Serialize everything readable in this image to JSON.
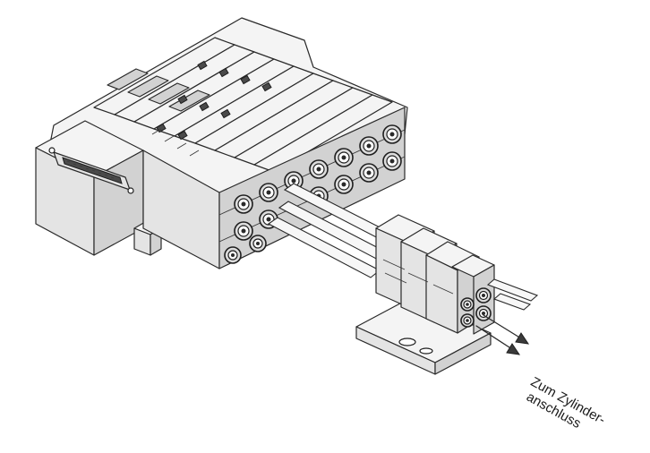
{
  "illustration": {
    "subject": "valve-manifold-with-connector-and-separate-valve-block",
    "callout": {
      "line1": "Zum Zylinder-",
      "line2": "anschluss"
    },
    "colors": {
      "background": "#ffffff",
      "line": "#2a2a2a",
      "top_face": "#f4f4f4",
      "front_face": "#e4e4e4",
      "side_face": "#d2d2d2"
    }
  }
}
